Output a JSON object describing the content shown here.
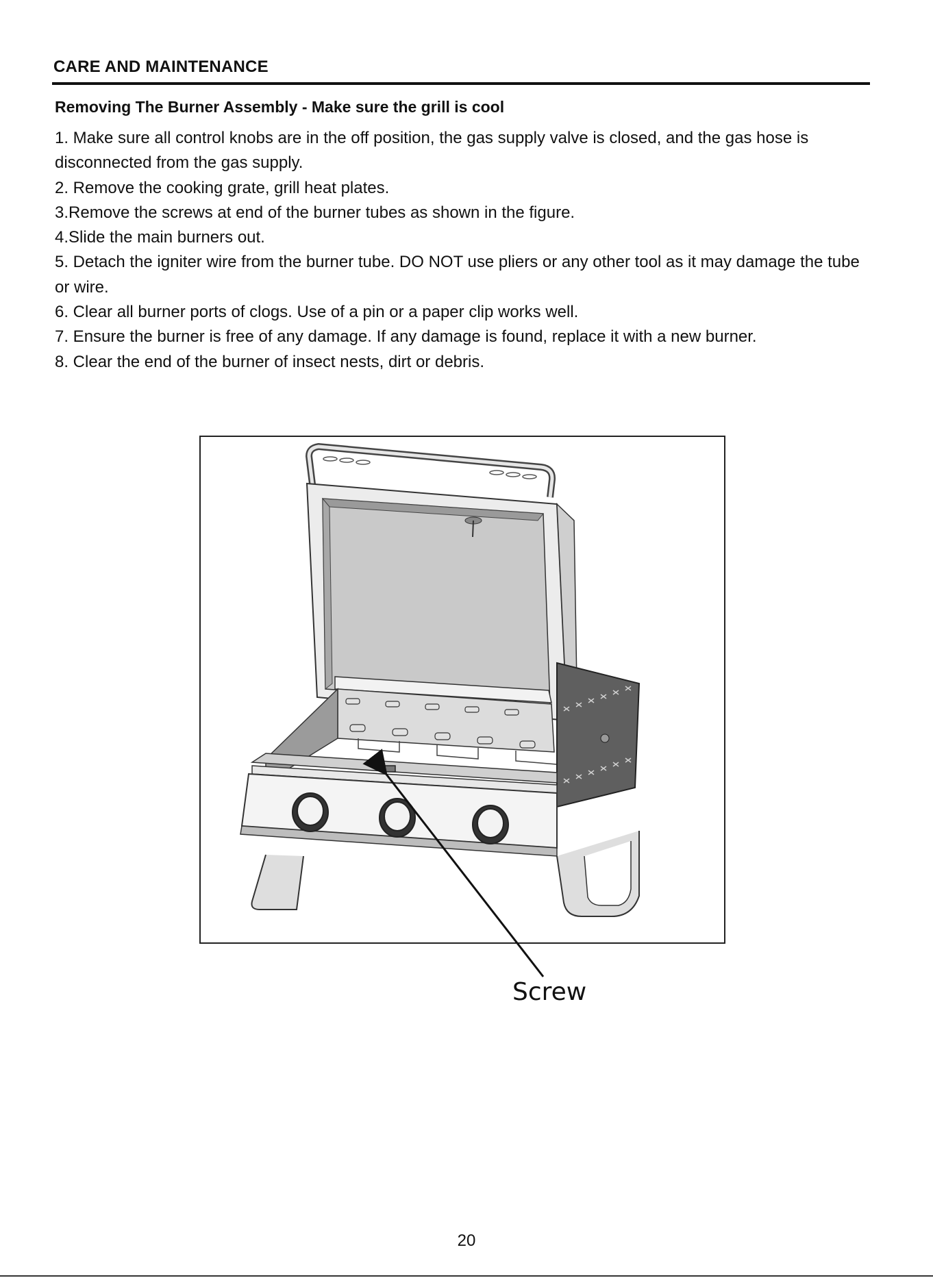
{
  "header": {
    "section_title": "CARE AND MAINTENANCE",
    "subheading": "Removing The Burner Assembly - Make sure the grill is cool"
  },
  "steps": [
    "1. Make sure all control knobs are in the off position, the gas supply valve is closed, and the gas hose is disconnected from the gas supply.",
    "2. Remove the cooking grate, grill heat plates.",
    "3.Remove the screws at end of the burner tubes as shown in the figure.",
    "4.Slide the main burners out.",
    "5. Detach the igniter wire from the burner tube. DO NOT use pliers or any other tool as it may damage the tube or wire.",
    "6. Clear all burner ports of clogs. Use of a pin or a paper clip works well.",
    "7. Ensure the burner is free of any damage. If any damage is found, replace it with a new burner.",
    "8. Clear the end of the burner of insect nests, dirt or debris."
  ],
  "figure": {
    "callout_label": "Screw"
  },
  "footer": {
    "page_number": "20"
  }
}
